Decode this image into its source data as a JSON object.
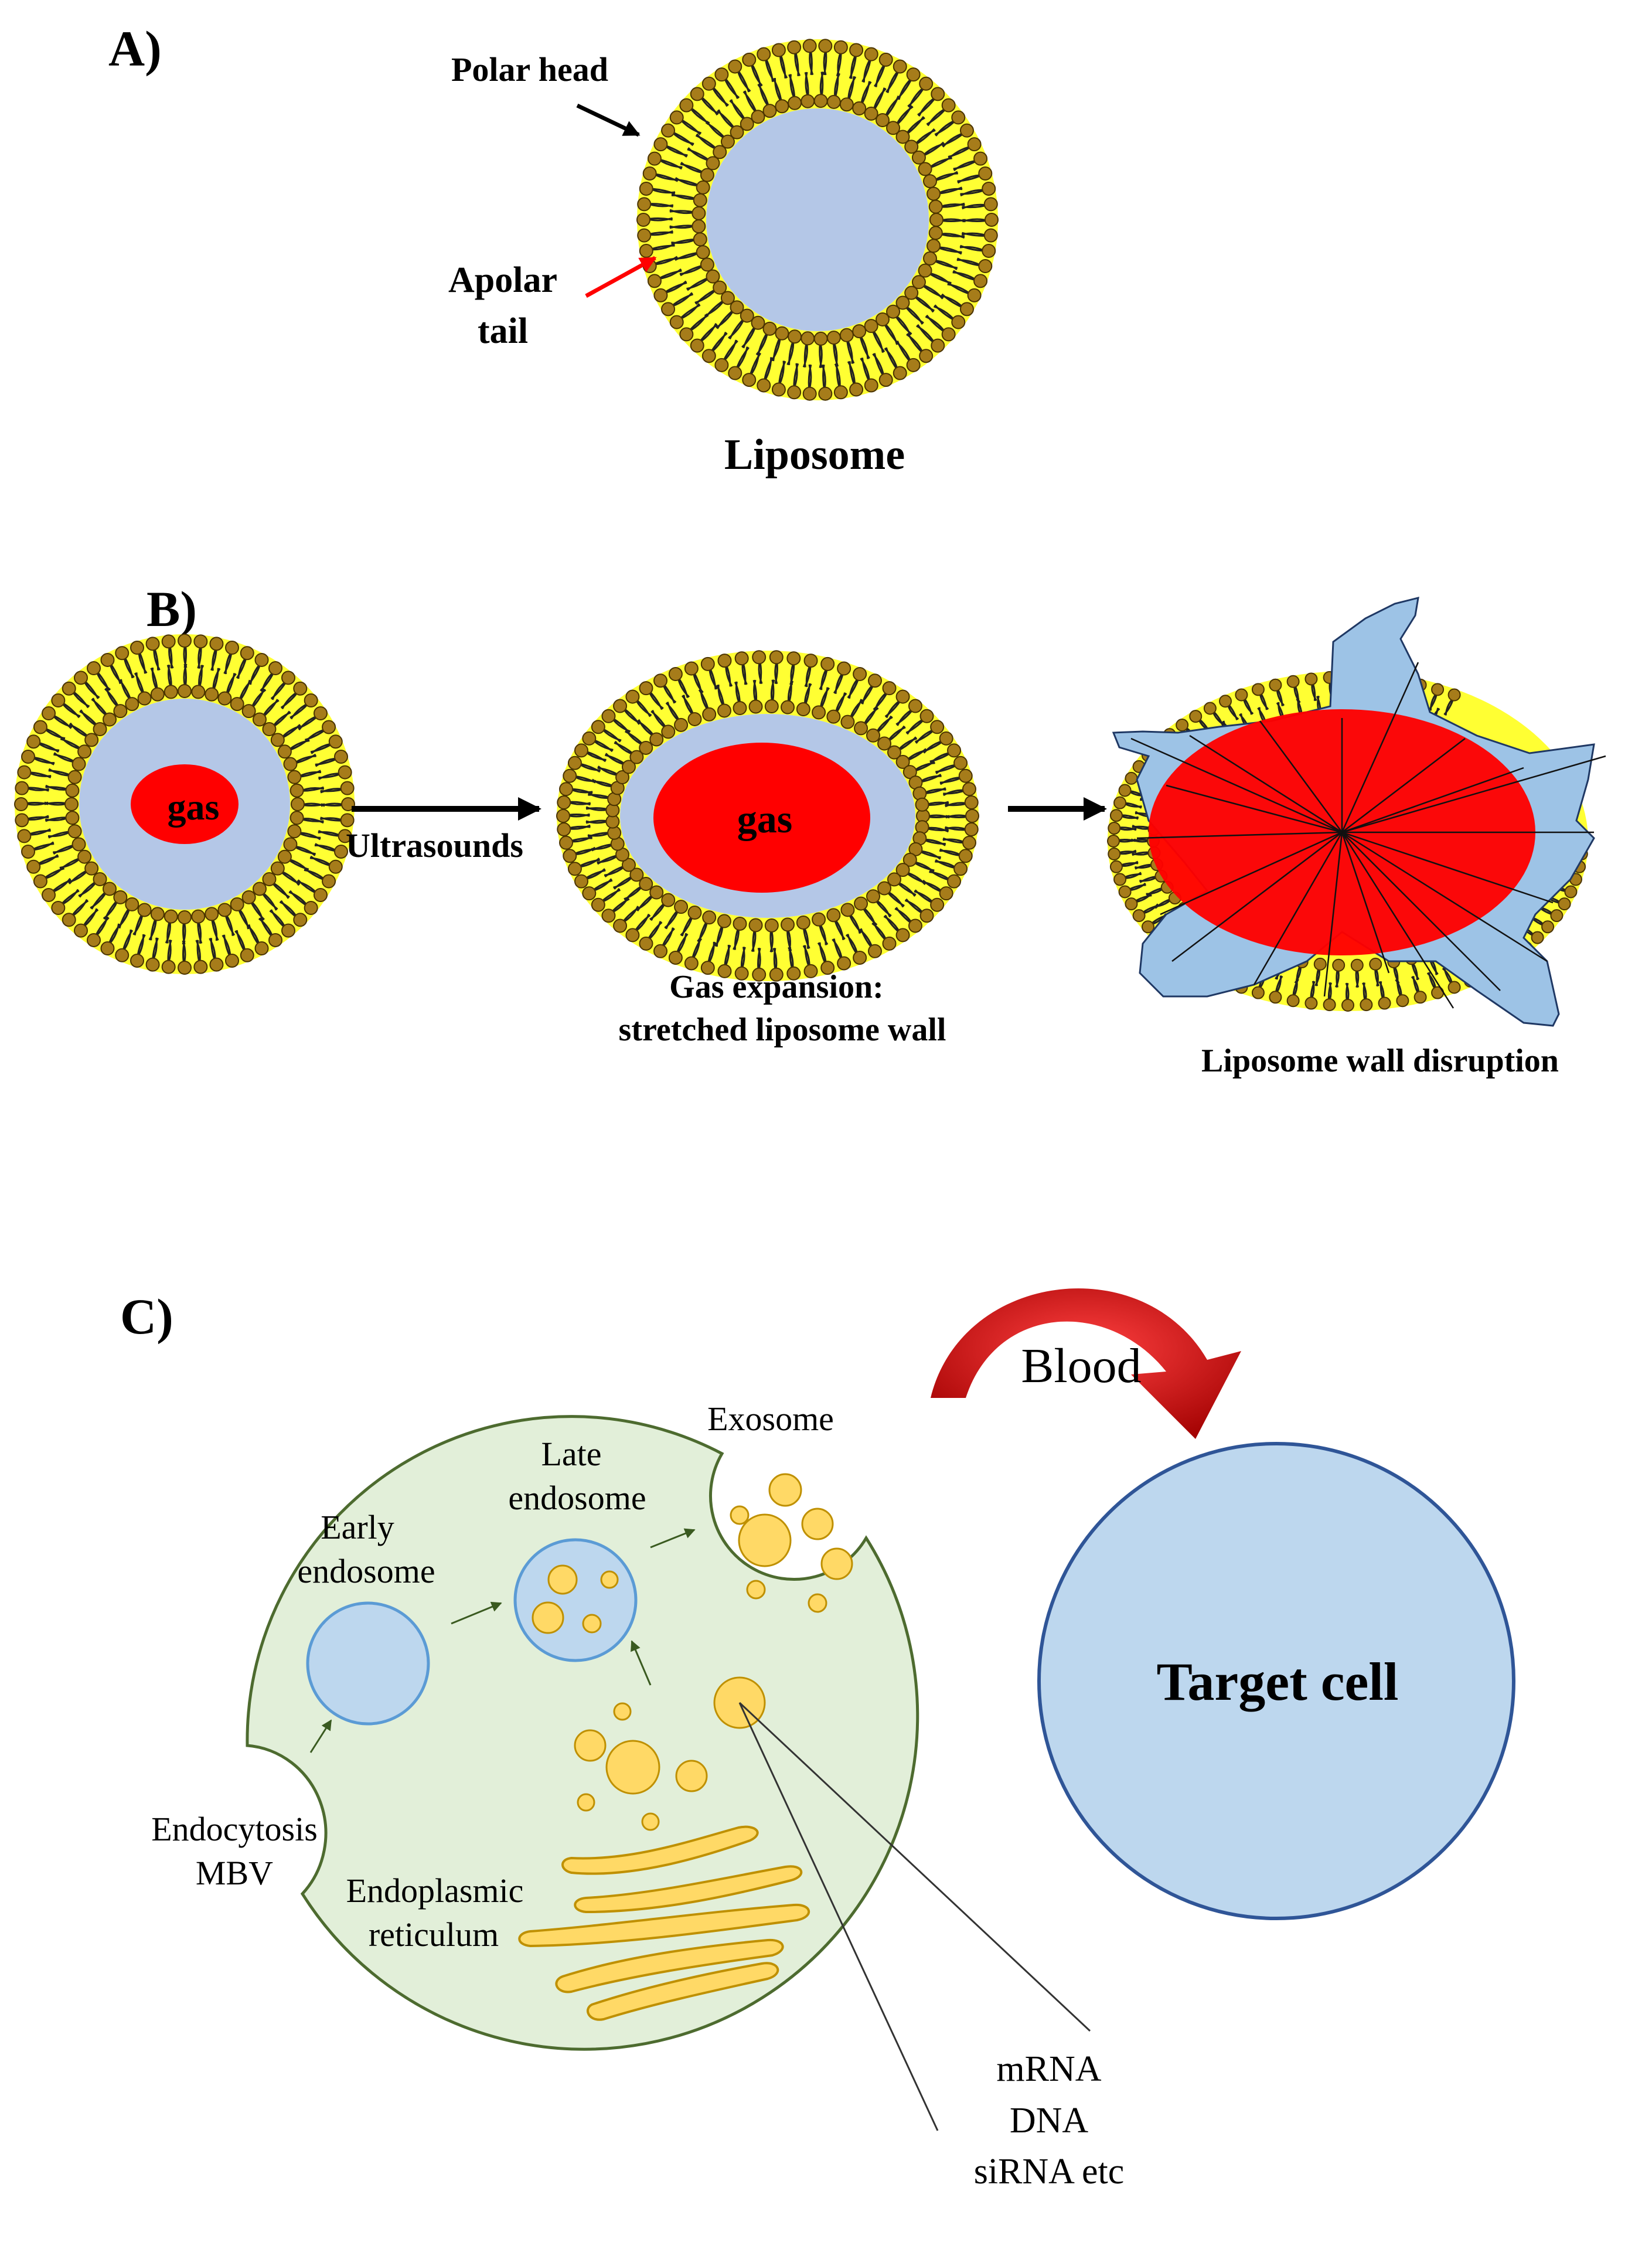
{
  "panel_a": {
    "label": "A)",
    "polar_head": "Polar head",
    "apolar_line1": "Apolar",
    "apolar_line2": "tail",
    "caption": "Liposome"
  },
  "panel_b": {
    "label": "B)",
    "gas_small": "gas",
    "gas_large": "gas",
    "ultrasounds": "Ultrasounds",
    "expansion_line1": "Gas expansion:",
    "expansion_line2": "stretched liposome wall",
    "disruption": "Liposome wall disruption"
  },
  "panel_c": {
    "label": "C)",
    "exosome": "Exosome",
    "blood": "Blood",
    "late_line1": "Late",
    "late_line2": "endosome",
    "early_line1": "Early",
    "early_line2": "endosome",
    "endocytosis_line1": "Endocytosis",
    "endocytosis_line2": "MBV",
    "er_line1": "Endoplasmic",
    "er_line2": "reticulum",
    "target_cell": "Target cell",
    "cargo": [
      "mRNA",
      "DNA",
      "siRNA etc"
    ]
  },
  "colors": {
    "lipid_band": "#ffff33",
    "lipid_head": "#a67c1a",
    "core": "#b4c7e7",
    "gas": "#ff0000",
    "splash": "#9dc3e6",
    "cell_fill": "#e2efd9",
    "cell_stroke": "#4d6b2f",
    "target_fill": "#bdd7ee",
    "target_stroke": "#2f5597",
    "vesicle": "#ffd966",
    "vesicle_stroke": "#bf9000",
    "blood_arrow": "#c00000"
  }
}
